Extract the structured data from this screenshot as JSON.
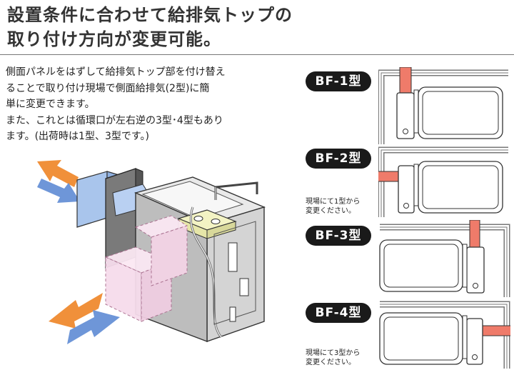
{
  "header": {
    "title_line1": "設置条件に合わせて給排気トップの",
    "title_line2": "取り付け方向が変更可能。"
  },
  "description": {
    "line1": "側面パネルをはずして給排気トップ部を付け替え",
    "line2": "ることで取り付け現場で側面給排気(2型)に簡",
    "line3": "単に変更できます。",
    "line4": "また、これとは循環口が左右逆の3型･4型もあり",
    "line5": "ます。(出荷時は1型、3型です。)"
  },
  "types": [
    {
      "label": "BF-1型",
      "note_line1": "",
      "note_line2": ""
    },
    {
      "label": "BF-2型",
      "note_line1": "現場にて1型から",
      "note_line2": "変更ください。"
    },
    {
      "label": "BF-3型",
      "note_line1": "",
      "note_line2": ""
    },
    {
      "label": "BF-4型",
      "note_line1": "現場にて3型から",
      "note_line2": "変更ください。"
    }
  ],
  "colors": {
    "pipe_red": "#ef7b6a",
    "arrow_orange": "#f0903a",
    "arrow_blue": "#6e96d8",
    "duct_blue": "#a9c5ec",
    "ghost_pink": "#f6dcec"
  }
}
